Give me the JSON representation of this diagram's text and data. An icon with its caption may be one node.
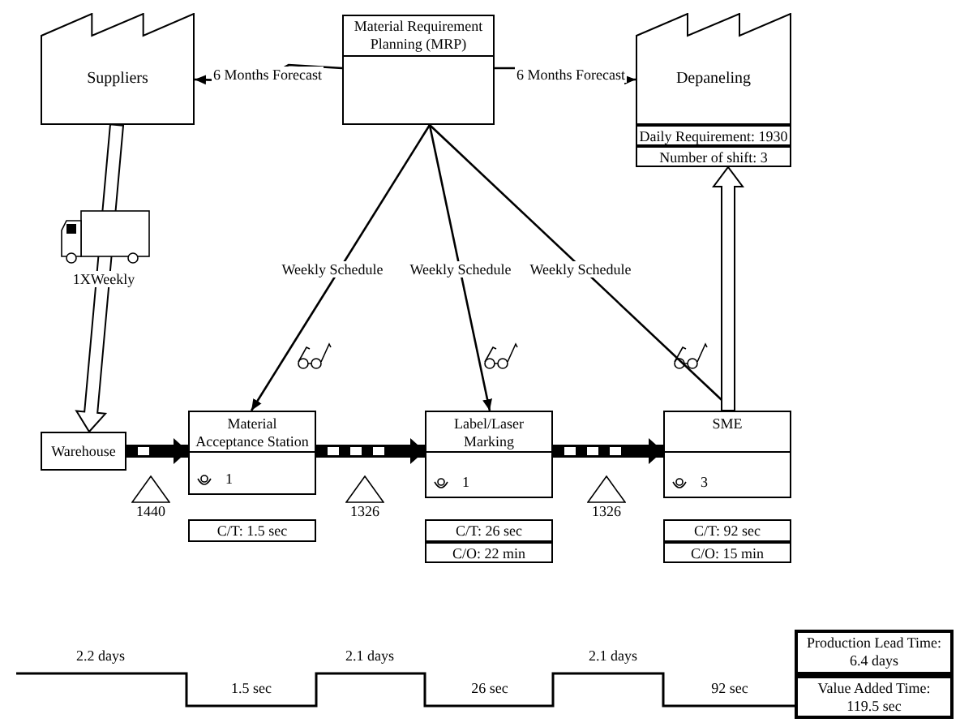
{
  "diagram": {
    "nodes": [
      {
        "text": [
          "Suppliers"
        ]
      },
      {
        "text": [
          "Material Requirement Planning (MRP)"
        ]
      },
      {
        "text": [
          "Depaneling"
        ]
      },
      {
        "text": [
          "Daily Requirement: 1930"
        ]
      },
      {
        "text": [
          "Number of shift: 3"
        ]
      },
      {
        "text": [
          "Warehouse"
        ]
      },
      {
        "text": [
          "Material Acceptance Station",
          "1"
        ]
      },
      {
        "text": [
          "Label/Laser Marking",
          "1"
        ]
      },
      {
        "text": [
          "SME",
          "3"
        ]
      },
      {
        "text": [
          "C/T: 1.5 sec"
        ]
      },
      {
        "text": [
          "C/T: 26 sec"
        ]
      },
      {
        "text": [
          "C/O: 22 min"
        ]
      },
      {
        "text": [
          "C/T: 92 sec"
        ]
      },
      {
        "text": [
          "C/O: 15 min"
        ]
      },
      {
        "text": [
          "Production Lead Time: 6.4 days"
        ]
      },
      {
        "text": [
          "Value Added Time: 119.5 sec"
        ]
      },
      {
        "text": [],
        "shape": "triangle",
        "beside": [
          "1440"
        ]
      },
      {
        "text": [],
        "shape": "triangle",
        "beside": [
          "1326"
        ]
      },
      {
        "text": [],
        "shape": "triangle",
        "beside": [
          "1326"
        ]
      }
    ],
    "edges": [
      {
        "from": 1,
        "to": 0,
        "arrow": "to",
        "label": "6 Months Forecast"
      },
      {
        "from": 1,
        "to": 2,
        "arrow": "to",
        "label": "6 Months Forecast"
      },
      {
        "from": 1,
        "to": 6,
        "arrow": "to",
        "label": "Weekly Schedule"
      },
      {
        "from": 1,
        "to": 7,
        "arrow": "to",
        "label": "Weekly Schedule"
      },
      {
        "from": 1,
        "to": 8,
        "arrow": "to",
        "label": "Weekly Schedule"
      },
      {
        "from": 0,
        "to": 5,
        "arrow": "to",
        "style": "thick",
        "label": "1XWeekly"
      },
      {
        "from": 8,
        "to": 4,
        "arrow": "to",
        "style": "thick"
      },
      {
        "from": 5,
        "to": 6,
        "arrow": "to",
        "style": "thick"
      },
      {
        "from": 6,
        "to": 7,
        "arrow": "to",
        "style": "thick"
      },
      {
        "from": 7,
        "to": 8,
        "arrow": "to",
        "style": "thick"
      }
    ],
    "labels": [
      "2.2 days",
      "1.5 sec",
      "2.1 days",
      "26 sec",
      "2.1 days",
      "92 sec"
    ]
  }
}
